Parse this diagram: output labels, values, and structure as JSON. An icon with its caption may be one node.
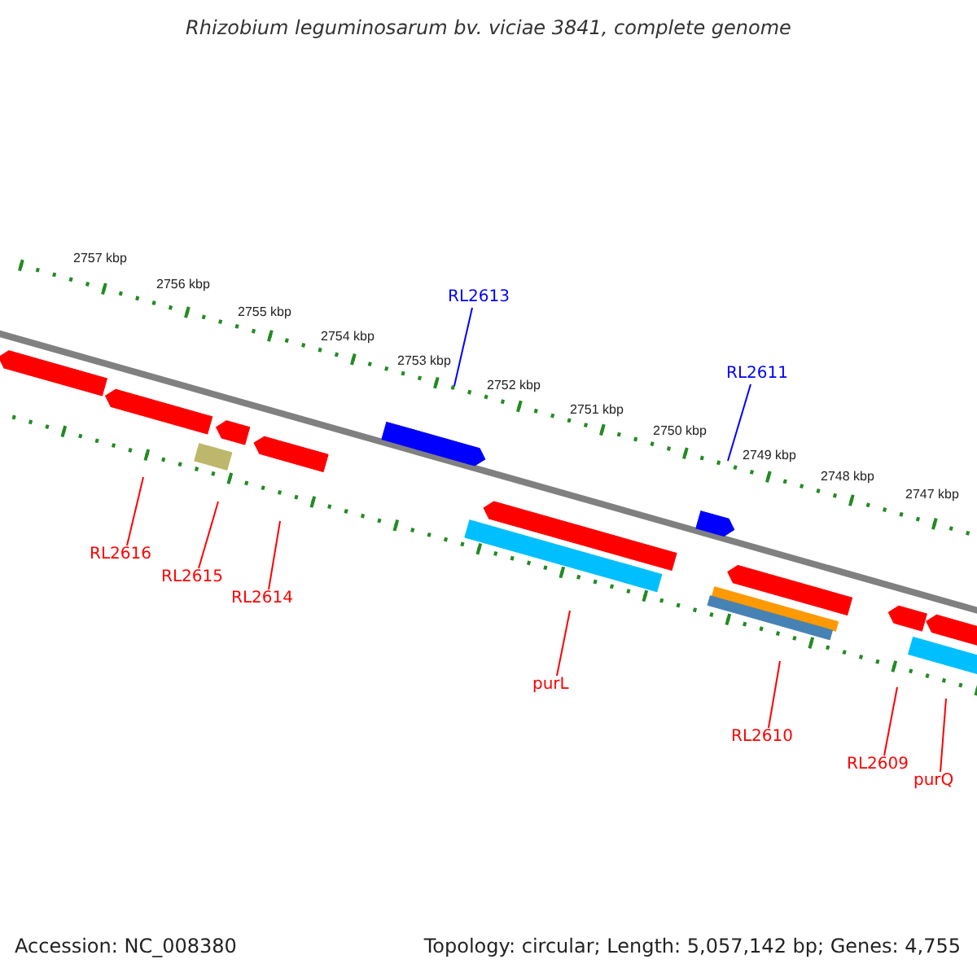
{
  "diagram": {
    "title": "Rhizobium leguminosarum bv. viciae 3841, complete genome",
    "nodes": [
      {
        "text": [
          "RL2613"
        ]
      },
      {
        "text": [
          "RL2611"
        ]
      },
      {
        "text": [
          "RL2616"
        ]
      },
      {
        "text": [
          "RL2615"
        ]
      },
      {
        "text": [
          "RL2614"
        ]
      },
      {
        "text": [
          "purL"
        ]
      },
      {
        "text": [
          "RL2610"
        ]
      },
      {
        "text": [
          "RL2609"
        ]
      },
      {
        "text": [
          "purQ"
        ]
      }
    ],
    "edges": [
      {
        "from": 0,
        "to": null,
        "arrow": "none",
        "color": "#0000ff"
      },
      {
        "from": 1,
        "to": null,
        "arrow": "none",
        "color": "#0000ff"
      },
      {
        "from": 2,
        "to": null,
        "arrow": "none"
      },
      {
        "from": 3,
        "to": null,
        "arrow": "none"
      },
      {
        "from": 4,
        "to": null,
        "arrow": "none"
      },
      {
        "from": 5,
        "to": null,
        "arrow": "none"
      },
      {
        "from": 6,
        "to": null,
        "arrow": "none"
      },
      {
        "from": 7,
        "to": null,
        "arrow": "none"
      },
      {
        "from": 8,
        "to": null,
        "arrow": "none"
      }
    ],
    "labels": [
      "2757 kbp",
      "2756 kbp",
      "2755 kbp",
      "2754 kbp",
      "2753 kbp",
      "2752 kbp",
      "2751 kbp",
      "2750 kbp",
      "2749 kbp",
      "2748 kbp",
      "2747 kbp",
      "Accession: NC_008380",
      "Topology: circular; Length: 5,057,142 bp; Genes: 4,755"
    ]
  }
}
